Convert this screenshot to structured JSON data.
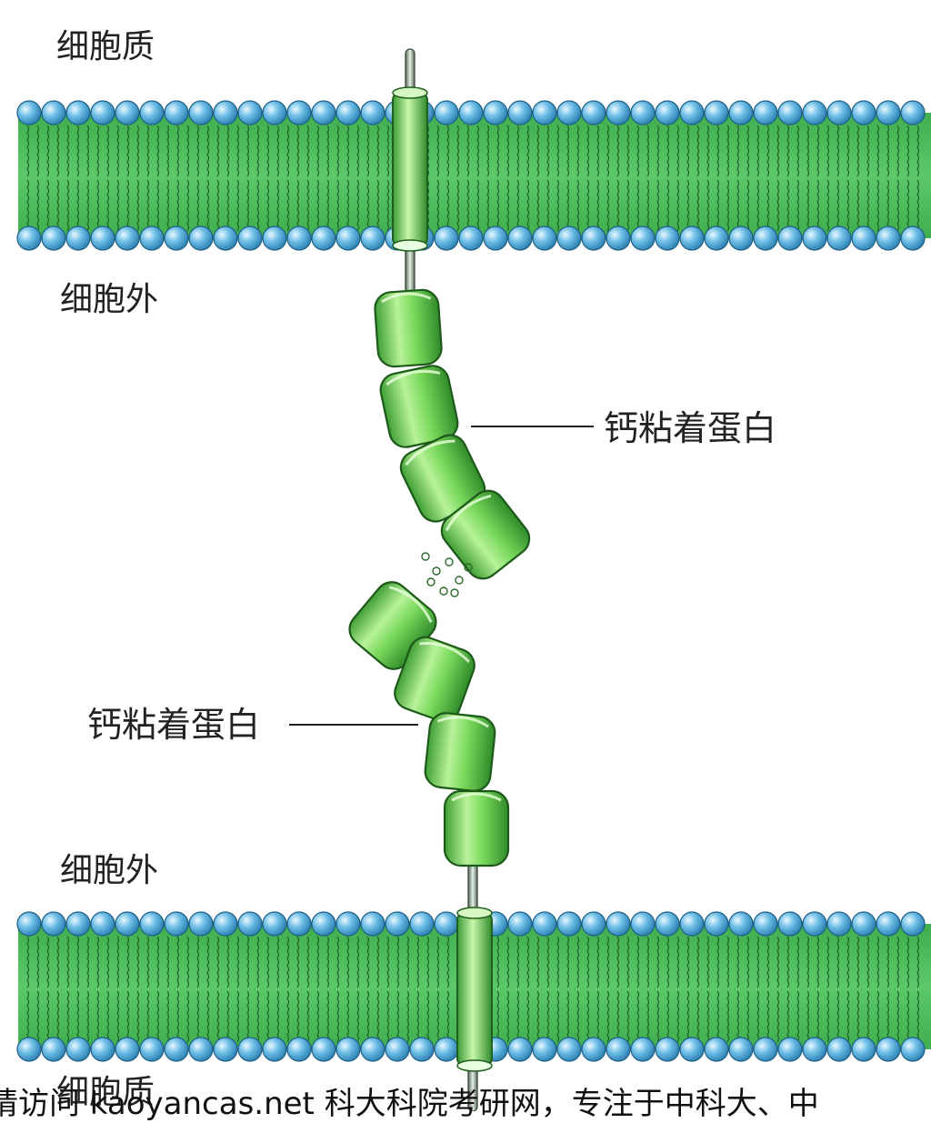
{
  "labels": {
    "cytoplasm_top": "细胞质",
    "extracellular_top": "细胞外",
    "cadherin_right": "钙粘着蛋白",
    "cadherin_left": "钙粘着蛋白",
    "extracellular_bottom": "细胞外",
    "cytoplasm_bottom": "细胞质"
  },
  "watermark": "请访问 kaoyancas.net 科大科院考研网，专注于中科大、中",
  "colors": {
    "lipid_head": "#4aa6d6",
    "lipid_head_highlight": "#c8ecff",
    "membrane_fill": "#4fbf5a",
    "protein_green": "#5fcf4a",
    "protein_light": "#d9f8c0",
    "protein_dark": "#2e8a2a",
    "tail_line": "#1a5a22"
  }
}
